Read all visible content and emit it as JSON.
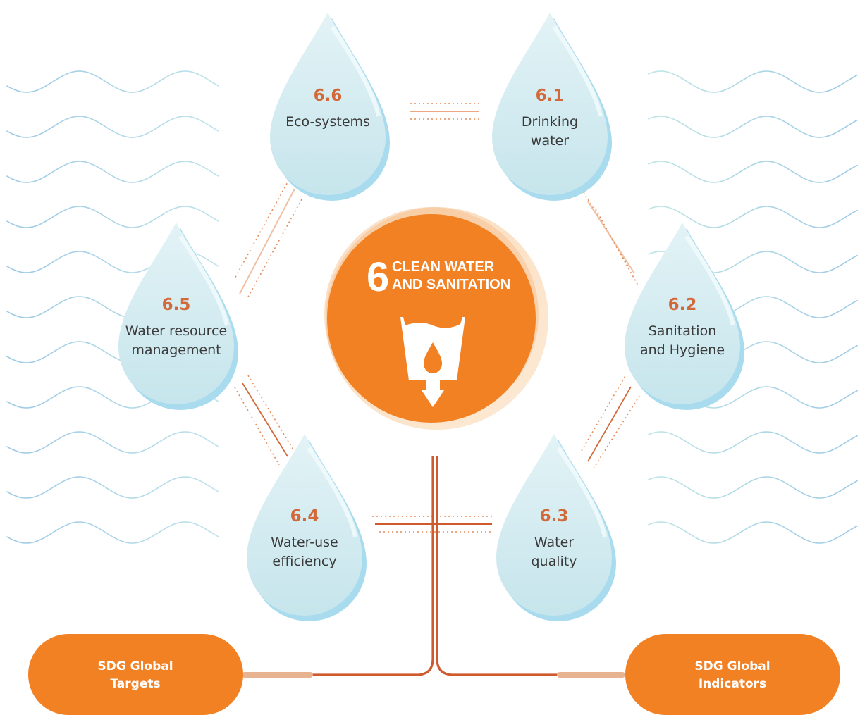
{
  "goal": {
    "number": "6",
    "title_line1": "CLEAN WATER",
    "title_line2": "AND SANITATION",
    "icon": "water-glass-drop-icon"
  },
  "targets": [
    {
      "id": "6.6",
      "line1": "Eco-systems",
      "line2": ""
    },
    {
      "id": "6.1",
      "line1": "Drinking",
      "line2": "water"
    },
    {
      "id": "6.5",
      "line1": "Water resource",
      "line2": "management"
    },
    {
      "id": "6.2",
      "line1": "Sanitation",
      "line2": "and Hygiene"
    },
    {
      "id": "6.4",
      "line1": "Water-use",
      "line2": "efficiency"
    },
    {
      "id": "6.3",
      "line1": "Water",
      "line2": "quality"
    }
  ],
  "pills": {
    "left_line1": "SDG Global",
    "left_line2": "Targets",
    "right_line1": "SDG Global",
    "right_line2": "Indicators"
  },
  "colors": {
    "orange": "#f28124",
    "rust": "#cf5a2e",
    "drop": "#cce8ef",
    "drop_shadow": "#a8dbee",
    "wave": "#9fd3e2"
  }
}
